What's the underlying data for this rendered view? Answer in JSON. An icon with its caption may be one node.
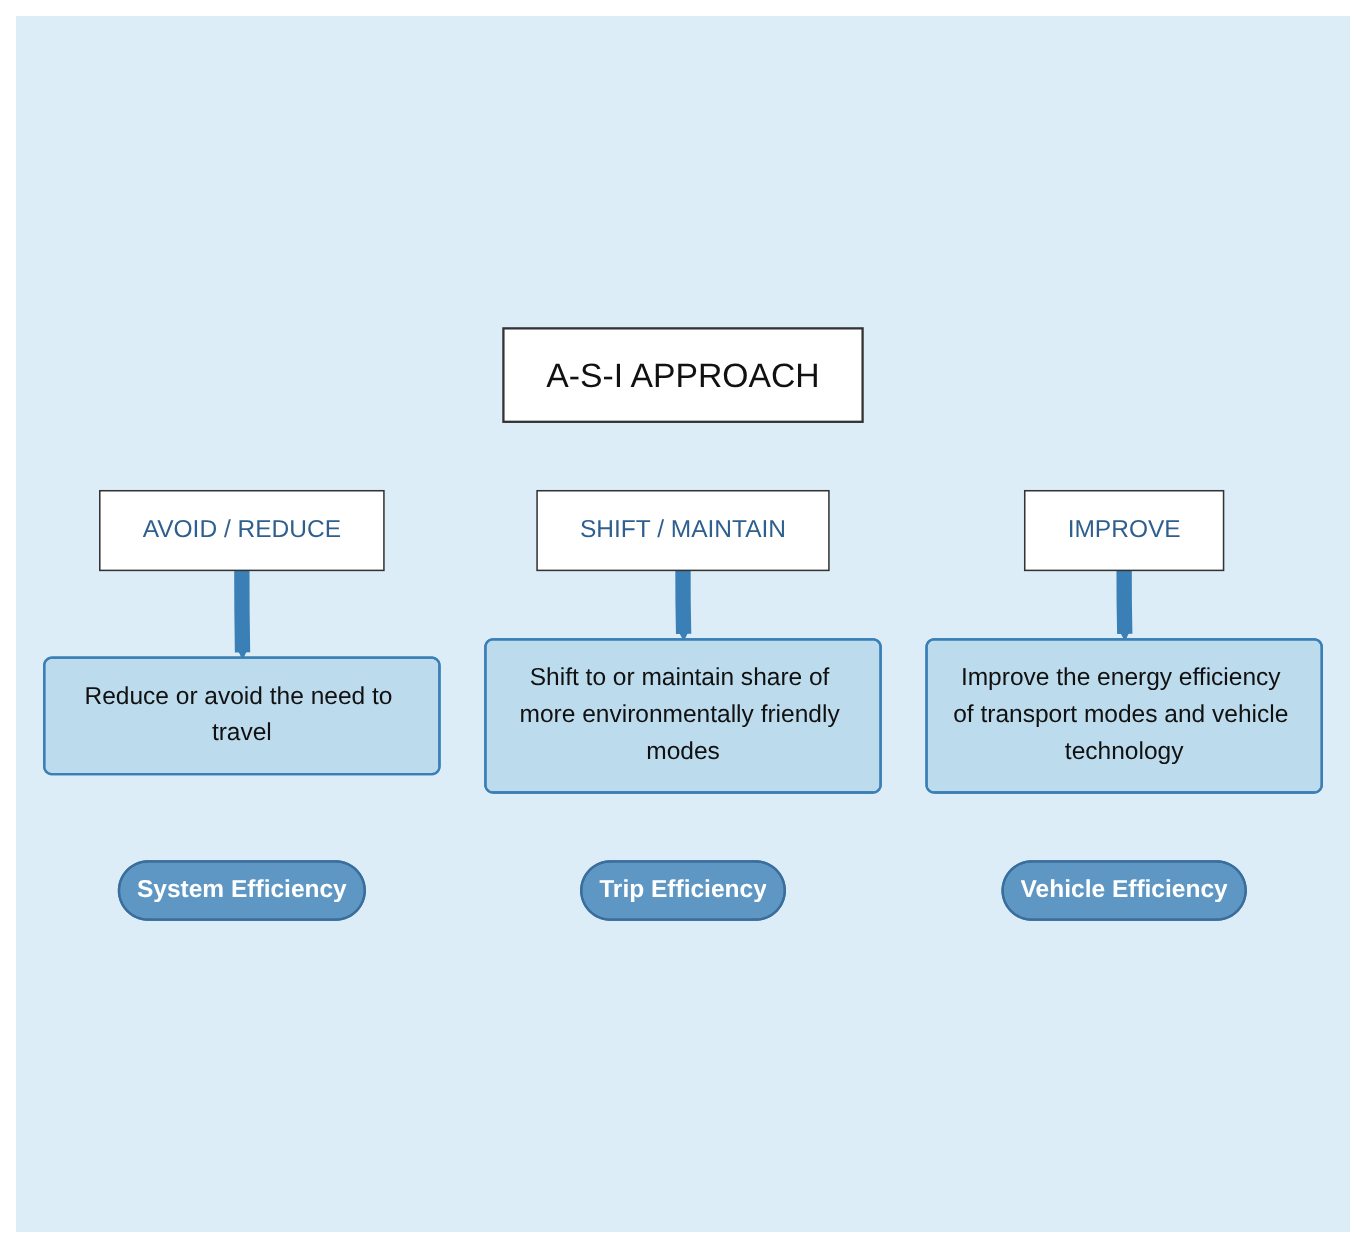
{
  "diagram": {
    "nodes": [
      {
        "text": [
          "A-S-I APPROACH"
        ]
      },
      {
        "text": [
          "AVOID / REDUCE"
        ]
      },
      {
        "text": [
          "SHIFT / MAINTAIN"
        ]
      },
      {
        "text": [
          "IMPROVE"
        ]
      },
      {
        "text": [
          "Reduce or avoid the need to travel"
        ]
      },
      {
        "text": [
          "Shift to or maintain share of more environmentally friendly modes"
        ]
      },
      {
        "text": [
          "Improve the energy efficiency of transport modes and vehicle technology"
        ]
      },
      {
        "text": [
          "System Efficiency"
        ]
      },
      {
        "text": [
          "Trip Efficiency"
        ]
      },
      {
        "text": [
          "Vehicle Efficiency"
        ]
      }
    ],
    "edges": [
      {
        "from": 1,
        "to": 4,
        "arrow": "to"
      },
      {
        "from": 2,
        "to": 5,
        "arrow": "to"
      },
      {
        "from": 3,
        "to": 6,
        "arrow": "to"
      }
    ]
  }
}
